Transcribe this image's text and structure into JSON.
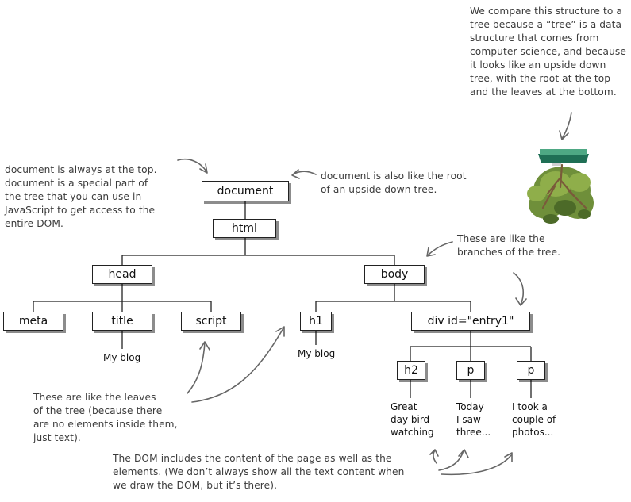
{
  "nodes": {
    "document": "document",
    "html": "html",
    "head": "head",
    "body": "body",
    "meta": "meta",
    "title": "title",
    "script": "script",
    "h1": "h1",
    "div": "div id=\"entry1\"",
    "h2": "h2",
    "p1": "p",
    "p2": "p"
  },
  "text_leaves": {
    "title_text": "My blog",
    "h1_text": "My blog",
    "h2_text": "Great\nday bird\nwatching",
    "p1_text": "Today\nI saw\nthree...",
    "p2_text": "I took a\ncouple of\nphotos..."
  },
  "annotations": {
    "document_top": "document is always at the top.\ndocument is a special part of\nthe tree that you can use in\nJavaScript to get access to the\nentire DOM.",
    "root": "document is also like the root\nof an upside down tree.",
    "tree_explain": "We compare this structure to a\ntree because a “tree” is a data\nstructure that comes from\ncomputer science, and because\nit looks like an upside down\ntree, with the root at the top\nand the leaves at the bottom.",
    "branches": "These are like the\nbranches of the tree.",
    "leaves": "These are like the leaves\nof the tree (because there\nare no elements inside them,\njust text).",
    "content": "The DOM includes the content of the page as well as the\nelements. (We don’t always show all the text content when\nwe draw the DOM, but it’s there)."
  },
  "icons": [
    "upside-down-tree-icon"
  ]
}
